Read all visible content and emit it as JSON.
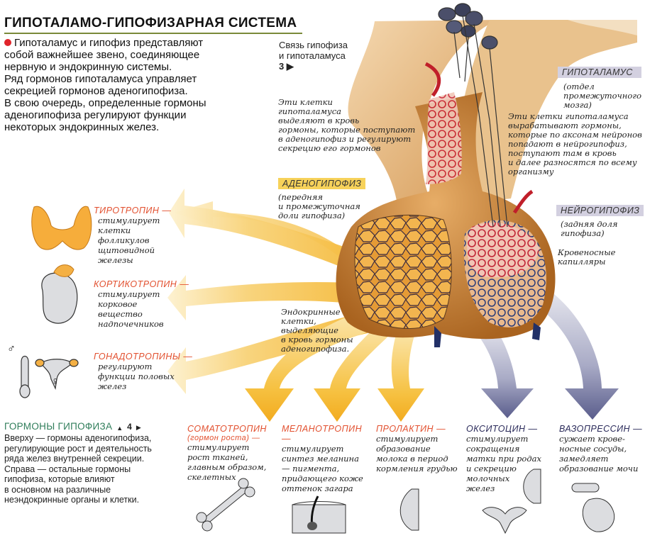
{
  "title": "ГИПОТАЛАМО-ГИПОФИЗАРНАЯ СИСТЕМА",
  "intro": [
    "Гипоталамус и гипофиз представляют",
    "собой важнейшее звено, соединяющее",
    "нервную и эндокринную системы.",
    "Ряд гормонов гипоталамуса управляет",
    "секрецией гормонов аденогипофиза.",
    "В свою очередь, определенные гормоны",
    "аденогипофиза регулируют функции",
    "некоторых эндокринных желез."
  ],
  "link_ref": {
    "line1": "Связь гипофиза",
    "line2": "и гипоталамуса",
    "num": "3"
  },
  "hypothalamus": {
    "label": "ГИПОТАЛАМУС",
    "sub": [
      "(отдел",
      "промежуточного",
      "мозга)"
    ]
  },
  "neuro_text": [
    "Эти клетки гипоталамуса",
    "вырабатывают гормоны,",
    "которые по аксонам нейронов",
    "попадают в нейрогипофиз,",
    "поступают там в кровь",
    "и далее разносятся по всему",
    "организму"
  ],
  "adeno_text": [
    "Эти клетки",
    "гипоталамуса",
    "выделяют в кровь",
    "гормоны, которые поступают",
    "в аденогипофиз и регулируют",
    "секрецию его гормонов"
  ],
  "adenohypophysis": {
    "label": "АДЕНОГИПОФИЗ",
    "sub": [
      "(передняя",
      "и промежуточная",
      "доли гипофиза)"
    ]
  },
  "neurohypophysis": {
    "label": "НЕЙРОГИПОФИЗ",
    "sub": [
      "(задняя доля",
      "гипофиза)"
    ]
  },
  "capillaries": [
    "Кровеносные",
    "капилляры"
  ],
  "endocrine_cells": [
    "Эндокринные",
    "клетки,",
    "выделяющие",
    "в кровь гормоны",
    "аденогипофиза."
  ],
  "left_hormones": [
    {
      "name": "ТИРОТРОПИН",
      "desc": [
        "стимулирует",
        "клетки",
        "фолликулов",
        "щитовидной",
        "железы"
      ]
    },
    {
      "name": "КОРТИКОТРОПИН",
      "desc": [
        "стимулирует",
        "корковое",
        "вещество",
        "надпочечников"
      ]
    },
    {
      "name": "ГОНАДОТРОПИНЫ",
      "desc": [
        "регулируют",
        "функции половых",
        "желез"
      ]
    }
  ],
  "gender_symbols": {
    "male": "♂",
    "female": "♀"
  },
  "pituitary_hormones": {
    "label": "ГОРМОНЫ ГИПОФИЗА",
    "num": "4",
    "text": [
      "Вверху — гормоны аденогипофиза,",
      "регулирующие рост и деятельность",
      "ряда желез внутренней секреции.",
      "Справа — остальные гормоны",
      "гипофиза, которые влияют",
      "в основном на различные",
      "неэндокринные органы и клетки."
    ]
  },
  "bottom_hormones": [
    {
      "name": "СОМАТОТРОПИН",
      "note": "(гормон роста)",
      "desc": [
        "стимулирует",
        "рост тканей,",
        "главным образом,",
        "скелетных"
      ]
    },
    {
      "name": "МЕЛАНОТРОПИН",
      "note": "",
      "desc": [
        "стимулирует",
        "синтез меланина",
        "— пигмента,",
        "придающего коже",
        "оттенок загара"
      ]
    },
    {
      "name": "ПРОЛАКТИН",
      "note": "",
      "desc": [
        "стимулирует",
        "образование",
        "молока в период",
        "кормления грудью"
      ]
    },
    {
      "name": "ОКСИТОЦИН",
      "note": "",
      "desc": [
        "стимулирует",
        "сокращения",
        "матки при родах",
        "и секрецию",
        "молочных",
        "желез"
      ]
    },
    {
      "name": "ВАЗОПРЕССИН",
      "note": "",
      "desc": [
        "сужает крове-",
        "носные сосуды,",
        "замедляет",
        "образование мочи"
      ]
    }
  ],
  "colors": {
    "accent_red": "#e2502f",
    "label_bg": "#d3d0e0",
    "yellow_label_bg": "#f7d25a",
    "gland": "#c8883a",
    "arrow_yellow": "#f6c24a",
    "arrow_gray": "#6c6f9a"
  }
}
